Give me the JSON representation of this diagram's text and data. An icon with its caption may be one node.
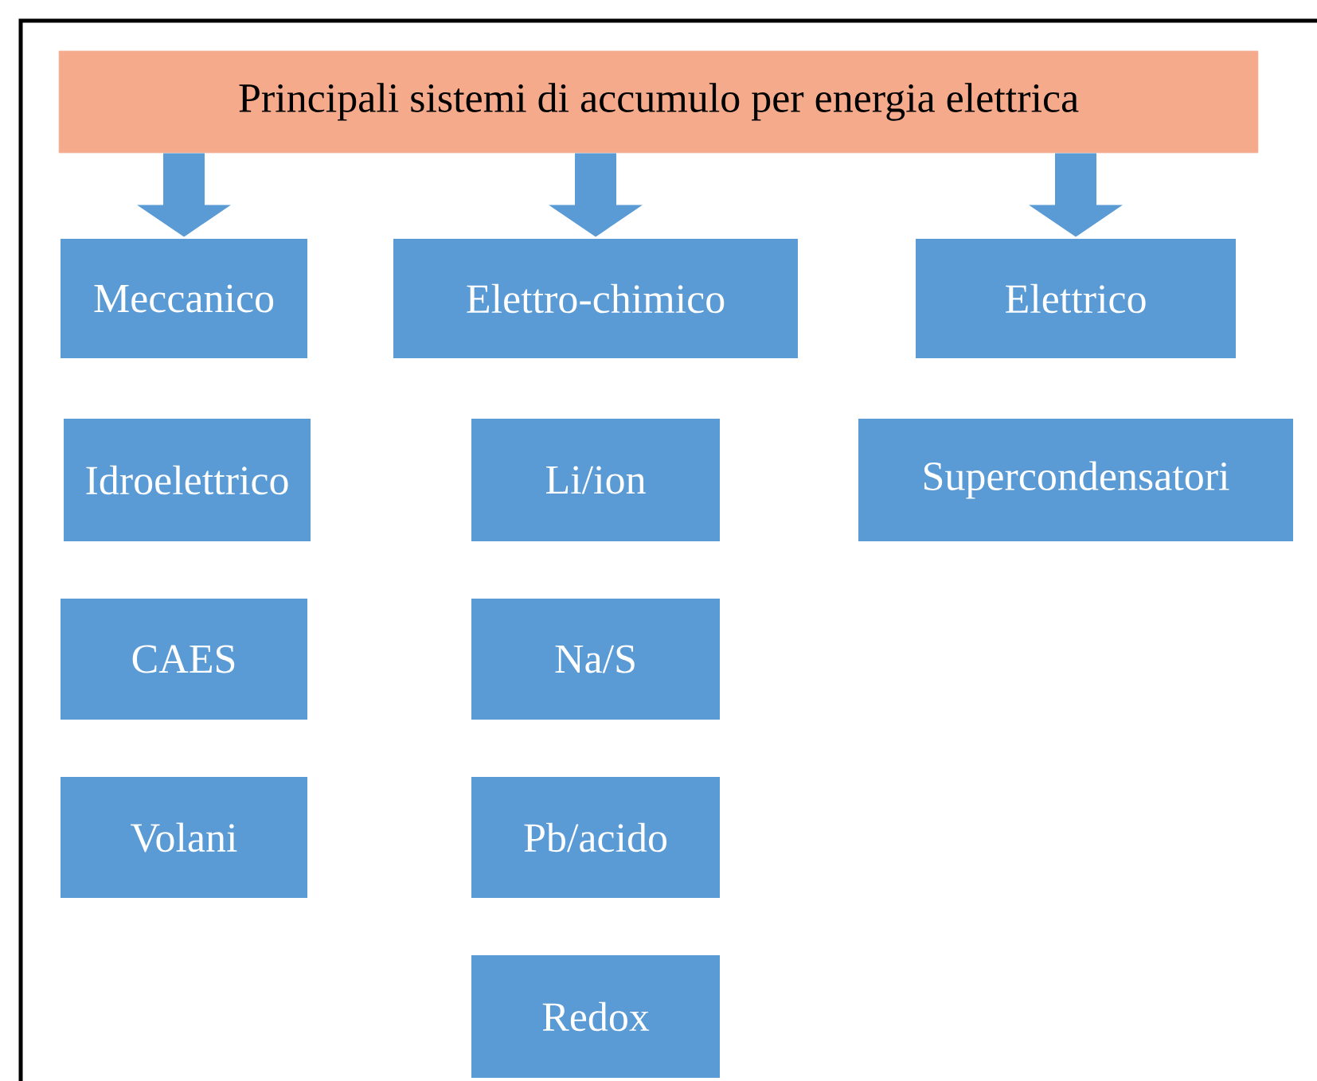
{
  "diagram": {
    "nodes": [
      {
        "text": [
          "Principali sistemi di accumulo per energia elettrica"
        ]
      },
      {
        "text": [
          "Meccanico"
        ]
      },
      {
        "text": [
          "Elettro-chimico"
        ]
      },
      {
        "text": [
          "Elettrico"
        ]
      },
      {
        "text": [
          "Idroelettrico"
        ]
      },
      {
        "text": [
          "Li/ion"
        ]
      },
      {
        "text": [
          "Supercondensatori"
        ]
      },
      {
        "text": [
          "CAES"
        ]
      },
      {
        "text": [
          "Na/S"
        ]
      },
      {
        "text": [
          "Volani"
        ]
      },
      {
        "text": [
          "Pb/acido"
        ]
      },
      {
        "text": [
          "Redox"
        ]
      }
    ],
    "edges": [
      {
        "from": 0,
        "to": 1,
        "arrow": "to"
      },
      {
        "from": 0,
        "to": 2,
        "arrow": "to"
      },
      {
        "from": 0,
        "to": 3,
        "arrow": "to"
      }
    ]
  }
}
